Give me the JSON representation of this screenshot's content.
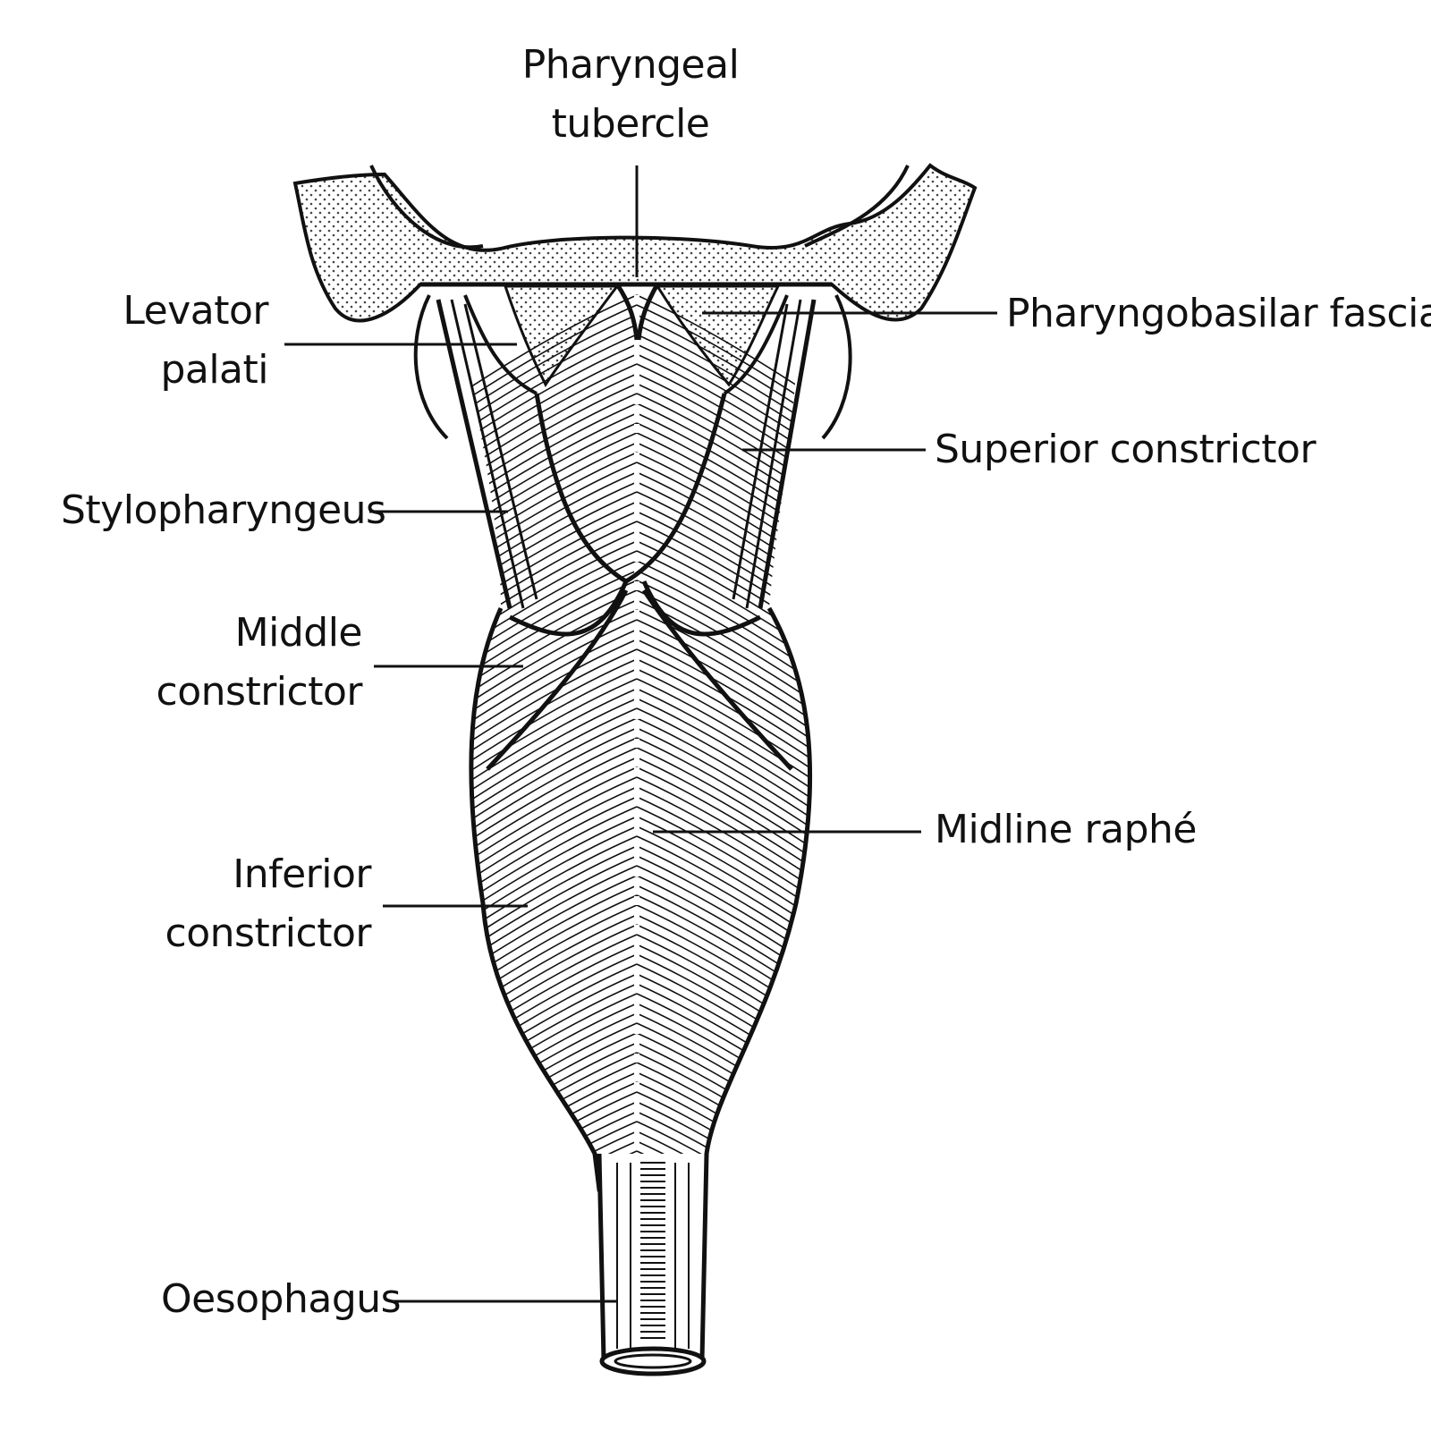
{
  "labels": {
    "pharyngeal_tubercle": [
      "Pharyngeal",
      "tubercle"
    ],
    "levator_palati": [
      "Levator",
      "palati"
    ],
    "pharyngobasilar_fascia": "Pharyngobasilar fascia",
    "superior_constrictor": "Superior constrictor",
    "stylopharyngeus": "Stylopharyngeus",
    "middle_constrictor": [
      "Middle",
      "constrictor"
    ],
    "midline_raphe": "Midline raphé",
    "inferior_constrictor": [
      "Inferior",
      "constrictor"
    ],
    "oesophagus": "Oesophagus"
  },
  "colors": {
    "ink": "#111111",
    "paper": "#ffffff",
    "fascia_fill": "#cfcfcf"
  }
}
